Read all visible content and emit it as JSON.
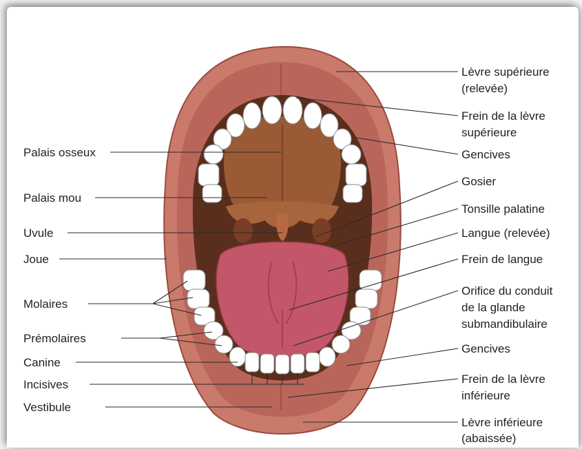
{
  "labels_left": {
    "palais_osseux": "Palais osseux",
    "palais_mou": "Palais mou",
    "uvule": "Uvule",
    "joue": "Joue",
    "molaires": "Molaires",
    "premolaires": "Prémolaires",
    "canine": "Canine",
    "incisives": "Incisives",
    "vestibule": "Vestibule"
  },
  "labels_right": {
    "levre_sup_1": "Lèvre supérieure",
    "levre_sup_2": "(relevée)",
    "frein_levre_sup_1": "Frein de la lèvre",
    "frein_levre_sup_2": "supérieure",
    "gencives_haut": "Gencives",
    "gosier": "Gosier",
    "tonsille": "Tonsille palatine",
    "langue": "Langue (relevée)",
    "frein_langue": "Frein de langue",
    "orifice_1": "Orifice du conduit",
    "orifice_2": "de la glande",
    "orifice_3": "submandibulaire",
    "gencives_bas": "Gencives",
    "frein_levre_inf_1": "Frein de la lèvre",
    "frein_levre_inf_2": "inférieure",
    "levre_inf_1": "Lèvre inférieure",
    "levre_inf_2": "(abaissée)"
  },
  "colors": {
    "lip": "#c97a6a",
    "lip_dark": "#a8564a",
    "palate": "#8a4f2f",
    "throat": "#5a2e1c",
    "tongue": "#c4566a",
    "tongue_light": "#d9768a",
    "teeth": "#ffffff",
    "leader_line": "#2a2a2a"
  }
}
